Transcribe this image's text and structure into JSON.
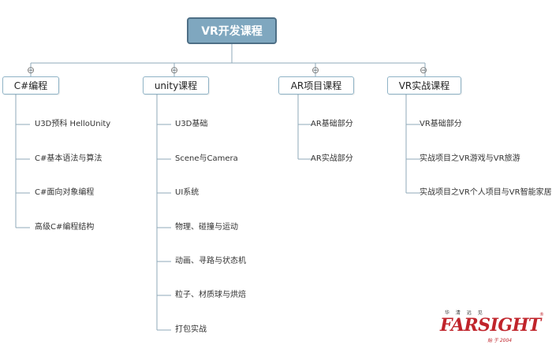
{
  "root": {
    "label": "VR开发课程"
  },
  "branches": [
    {
      "label": "C#编程",
      "items": [
        "U3D预科 HelloUnity",
        "C#基本语法与算法",
        "C#面向对象编程",
        "高级C#编程结构"
      ]
    },
    {
      "label": "unity课程",
      "items": [
        "U3D基础",
        "Scene与Camera",
        "UI系统",
        "物理、碰撞与运动",
        "动画、寻路与状态机",
        "粒子、材质球与烘焙",
        "打包实战"
      ]
    },
    {
      "label": "AR项目课程",
      "items": [
        "AR基础部分",
        "AR实战部分"
      ]
    },
    {
      "label": "VR实战课程",
      "items": [
        "VR基础部分",
        "实战项目之VR游戏与VR旅游",
        "实战项目之VR个人项目与VR智能家居"
      ]
    }
  ],
  "collapse_symbol": "⊖",
  "logo": {
    "top_text": "华 清 远 见",
    "main_text": "FARSIGHT",
    "registered": "®",
    "sub_text": "始 于 2004"
  },
  "colors": {
    "line": "#8faab8",
    "root_fill": "#7fa7bf",
    "branch_border": "#8fb3c6",
    "logo_red": "#c0242b"
  }
}
